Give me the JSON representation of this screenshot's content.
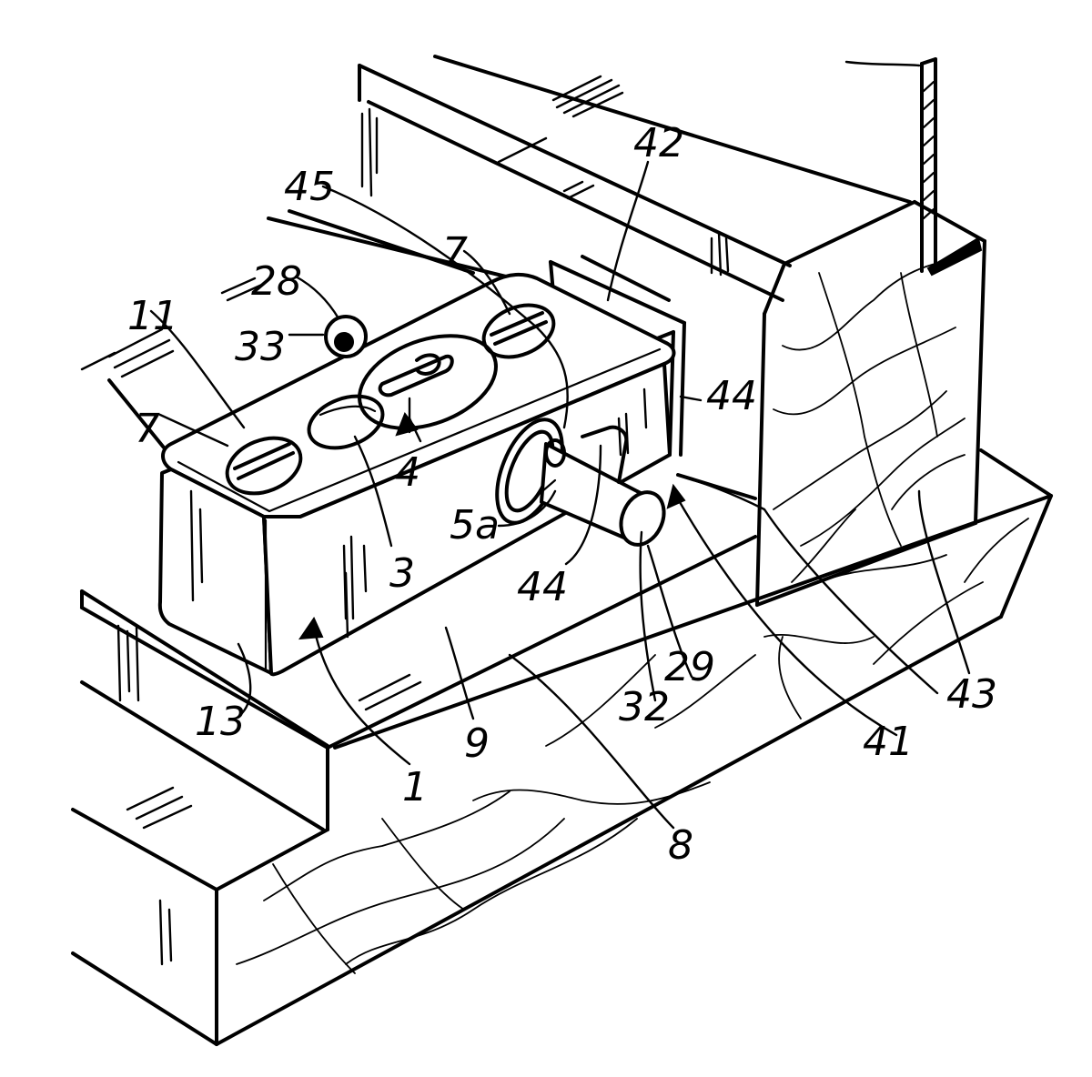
{
  "labels": {
    "l1": "1",
    "l3": "3",
    "l4": "4",
    "l5a": "5a",
    "l7a": "7",
    "l7b": "7",
    "l8": "8",
    "l9": "9",
    "l11": "11",
    "l13": "13",
    "l28": "28",
    "l29": "29",
    "l32": "32",
    "l33": "33",
    "l41": "41",
    "l42": "42",
    "l43": "43",
    "l44a": "44",
    "l44b": "44",
    "l45": "45"
  }
}
